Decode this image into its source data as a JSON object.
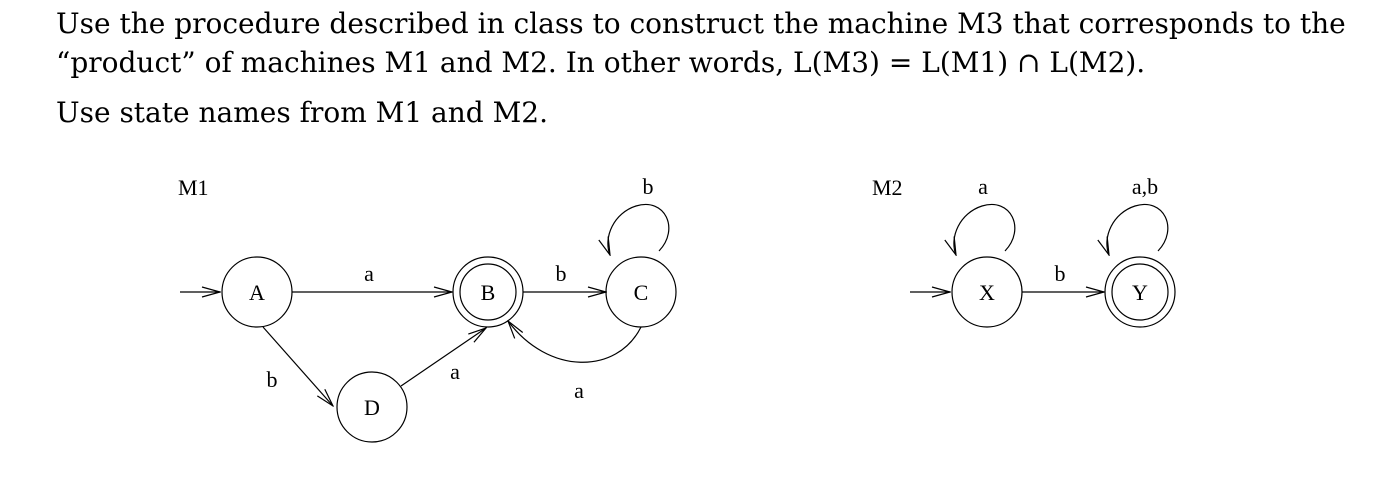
{
  "problem": {
    "line1": "Use the procedure described in class to construct the machine M3 that corresponds to the",
    "line2": "“product” of machines M1 and M2. In other words, L(M3) = L(M1) ∩ L(M2).",
    "line3": "Use state names from M1 and M2."
  },
  "machine1": {
    "label": "M1",
    "states": {
      "A": "A",
      "B": "B",
      "C": "C",
      "D": "D"
    },
    "transitions": {
      "A_B": "a",
      "B_C": "b",
      "C_C": "b",
      "C_B": "a",
      "A_D": "b",
      "D_B": "a"
    }
  },
  "machine2": {
    "label": "M2",
    "states": {
      "X": "X",
      "Y": "Y"
    },
    "transitions": {
      "X_X": "a",
      "X_Y": "b",
      "Y_Y": "a,b"
    }
  }
}
